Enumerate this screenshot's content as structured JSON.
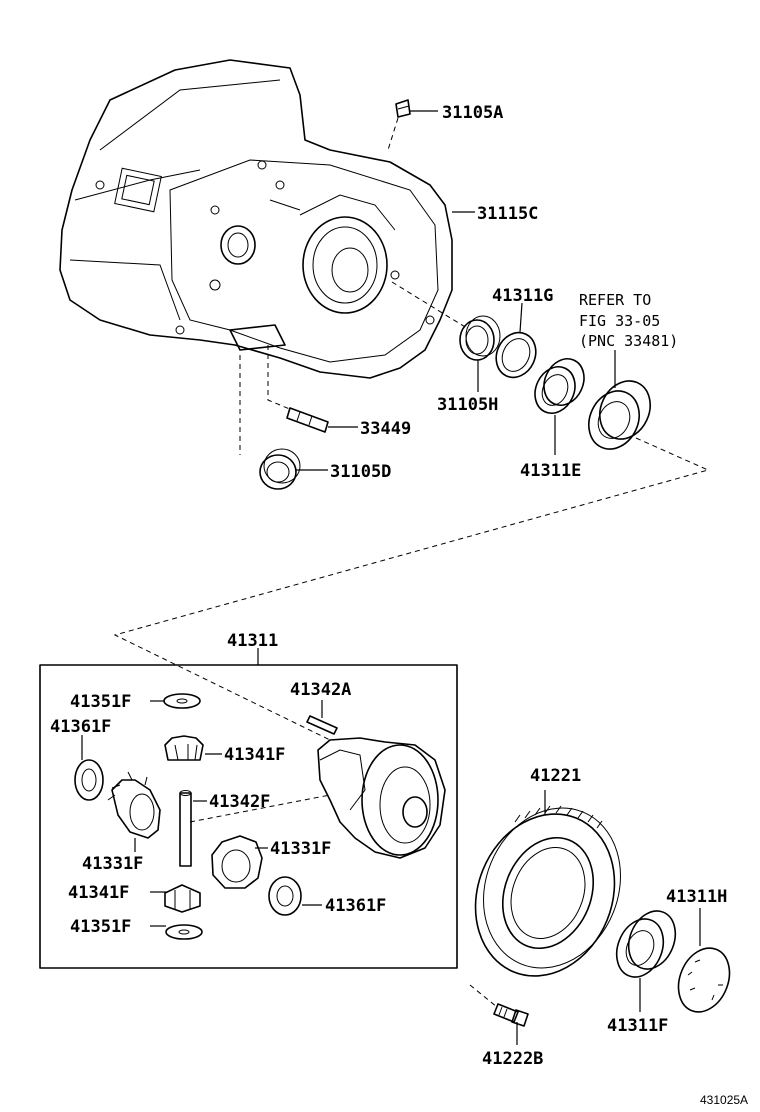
{
  "labels": {
    "p31105A": "31105A",
    "p31115C": "31115C",
    "p41311G": "41311G",
    "p31105H": "31105H",
    "p41311E": "41311E",
    "p33449": "33449",
    "p31105D": "31105D",
    "p41311": "41311",
    "p41342A": "41342A",
    "p41351F_top": "41351F",
    "p41361F_left": "41361F",
    "p41341F_top": "41341F",
    "p41342F": "41342F",
    "p41331F_left": "41331F",
    "p41331F_right": "41331F",
    "p41341F_bottom": "41341F",
    "p41361F_right": "41361F",
    "p41351F_bottom": "41351F",
    "p41221": "41221",
    "p41311H": "41311H",
    "p41311F": "41311F",
    "p41222B": "41222B"
  },
  "refer_note": {
    "line1": "REFER TO",
    "line2": "FIG 33-05",
    "line3": "(PNC 33481)"
  },
  "figure_id": "431025A"
}
